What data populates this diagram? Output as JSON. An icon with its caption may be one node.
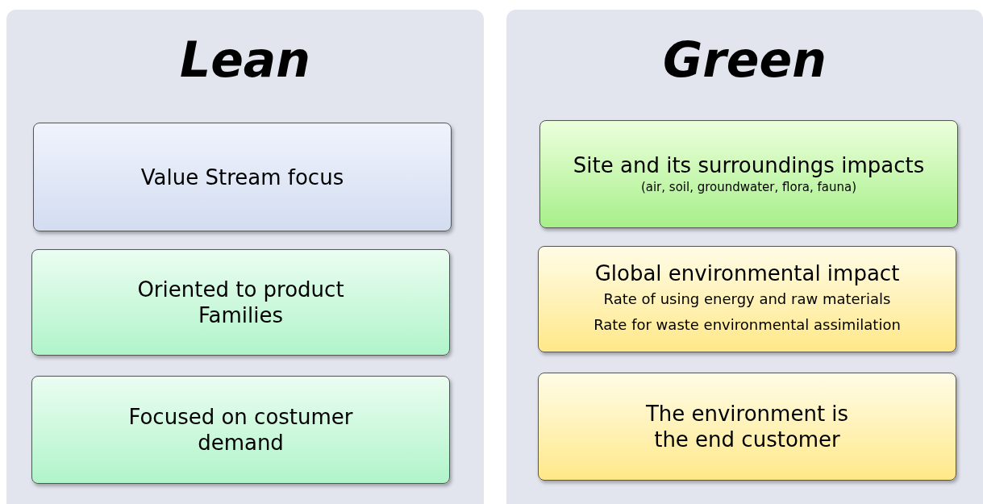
{
  "diagram": {
    "nodes": [
      {
        "text": [
          "Lean"
        ]
      },
      {
        "text": [
          "Value Stream focus"
        ],
        "in": 0
      },
      {
        "text": [
          "Oriented to product Families"
        ],
        "in": 0
      },
      {
        "text": [
          "Focused on costumer demand"
        ],
        "in": 0
      },
      {
        "text": [
          "Green"
        ]
      },
      {
        "text": [
          "Site and its surroundings impacts",
          "(air, soil, groundwater, flora, fauna)"
        ],
        "in": 4
      },
      {
        "text": [
          "Global environmental impact",
          "Rate of using energy and raw materials",
          "Rate for waste environmental assimilation"
        ],
        "in": 4
      },
      {
        "text": [
          "The environment is the end customer"
        ],
        "in": 4
      }
    ]
  }
}
